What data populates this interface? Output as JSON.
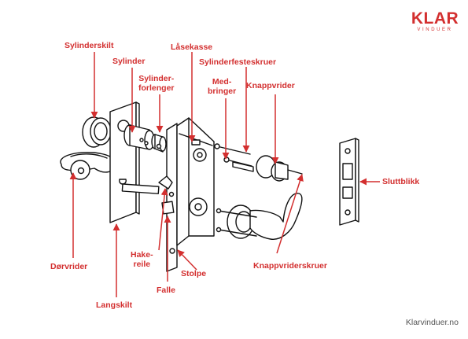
{
  "logo": {
    "name": "KLAR",
    "sub": "VINDUER"
  },
  "footer": "Klarvinduer.no",
  "colors": {
    "accent": "#d32f2f",
    "line": "#111111"
  },
  "labels": {
    "sylinderskilt": "Sylinderskilt",
    "sylinder": "Sylinder",
    "sylinderforlenger": "Sylinder-\nforlenger",
    "laasekasse": "Låsekasse",
    "sylinderfesteskruer": "Sylinderfesteskruer",
    "medbringer": "Med-\nbringer",
    "knappvrider": "Knappvrider",
    "sluttblikk": "Sluttblikk",
    "dorvrider": "Dørvrider",
    "hakereile": "Hake-\nreile",
    "stolpe": "Stolpe",
    "knappvriderskruer": "Knappvriderskruer",
    "falle": "Falle",
    "langskilt": "Langskilt"
  }
}
